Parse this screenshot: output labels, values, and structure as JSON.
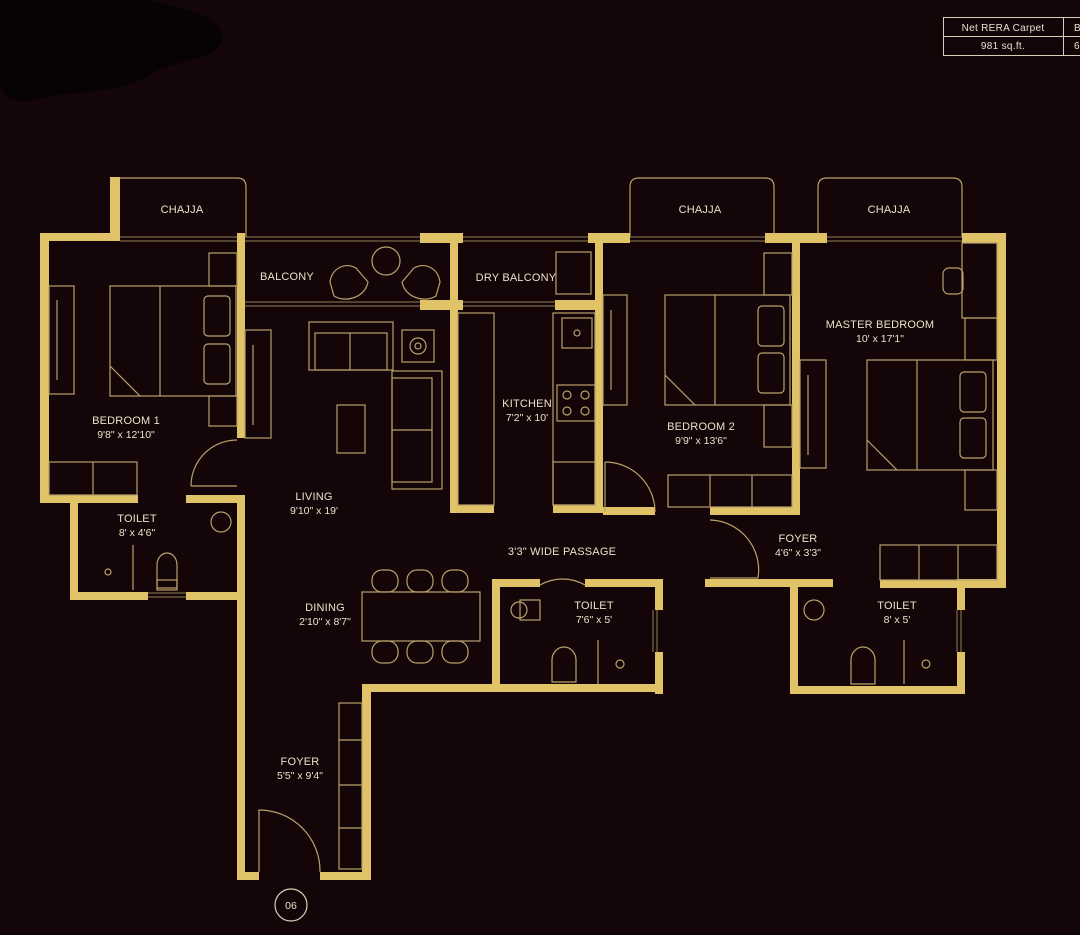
{
  "area_table": {
    "header": [
      "Net RERA Carpet",
      "B"
    ],
    "values": [
      "981 sq.ft.",
      "6"
    ]
  },
  "unit_number": "06",
  "rooms": {
    "chajja_left": "CHAJJA",
    "chajja_mid": "CHAJJA",
    "chajja_right": "CHAJJA",
    "balcony": "BALCONY",
    "dry_balcony": "DRY BALCONY",
    "bedroom1": {
      "name": "BEDROOM 1",
      "size": "9'8\" x 12'10\""
    },
    "toilet_left": {
      "name": "TOILET",
      "size": "8' x 4'6\""
    },
    "living": {
      "name": "LIVING",
      "size": "9'10\" x 19'"
    },
    "kitchen": {
      "name": "KITCHEN",
      "size": "7'2\" x 10'"
    },
    "bedroom2": {
      "name": "BEDROOM 2",
      "size": "9'9\" x 13'6\""
    },
    "master_bedroom": {
      "name": "MASTER BEDROOM",
      "size": "10' x 17'1\""
    },
    "passage": "3'3\" WIDE PASSAGE",
    "foyer_right": {
      "name": "FOYER",
      "size": "4'6\" x 3'3\""
    },
    "dining": {
      "name": "DINING",
      "size": "2'10\" x 8'7\""
    },
    "toilet_mid": {
      "name": "TOILET",
      "size": "7'6\" x 5'"
    },
    "toilet_right": {
      "name": "TOILET",
      "size": "8' x 5'"
    },
    "foyer_entry": {
      "name": "FOYER",
      "size": "5'5\" x 9'4\""
    }
  },
  "colors": {
    "background": "#140608",
    "wall": "#e0c267",
    "fixture": "#b9a06b",
    "text": "#ece1c8"
  }
}
